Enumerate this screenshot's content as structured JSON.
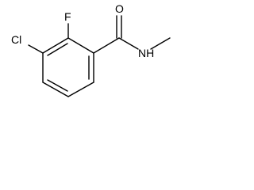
{
  "molecule": {
    "atoms": {
      "chlorine": "Cl",
      "fluorine": "F",
      "oxygen": "O",
      "nitrogen_hydrogen": "NH"
    },
    "colors": {
      "bond": "#000000",
      "label": "#000000",
      "background": "#ffffff"
    }
  }
}
